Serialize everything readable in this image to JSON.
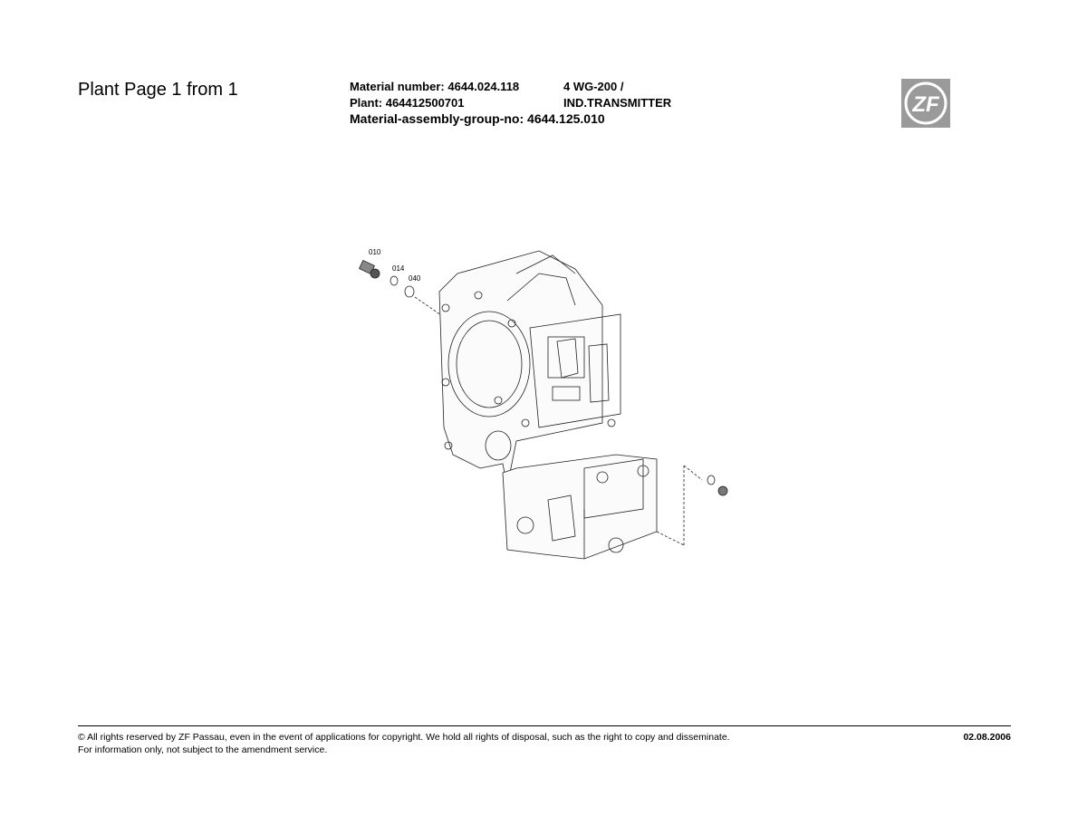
{
  "page_label": "Plant Page 1 from 1",
  "header": {
    "material_number": "Material number: 4644.024.118",
    "plant": "Plant: 464412500701",
    "model": "4 WG-200 /",
    "description": "IND.TRANSMITTER",
    "assembly_group": "Material-assembly-group-no: 4644.125.010"
  },
  "logo": {
    "text": "ZF",
    "color": "#9a9a9a"
  },
  "drawing": {
    "part_labels": [
      "010",
      "014",
      "040"
    ]
  },
  "footer": {
    "copyright": "© All rights reserved by ZF Passau, even in the event of applications for copyright. We hold all rights of disposal, such as the right to copy and disseminate.",
    "info": "For information only, not subject to the amendment service.",
    "date": "02.08.2006"
  }
}
